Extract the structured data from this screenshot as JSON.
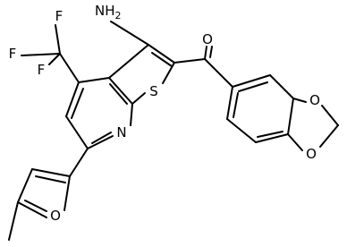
{
  "labels": {
    "amino": "NH",
    "amino_subscript": "2",
    "sulfur": "S",
    "pyridine_nitrogen": "N",
    "carbonyl_oxygen": "O",
    "furan_oxygen": "O",
    "dioxole_oxygen_1": "O",
    "dioxole_oxygen_2": "O",
    "fluorine_1": "F",
    "fluorine_2": "F",
    "fluorine_3": "F"
  },
  "colors": {
    "bond": "#000000",
    "text": "#000000",
    "background": "#ffffff"
  }
}
